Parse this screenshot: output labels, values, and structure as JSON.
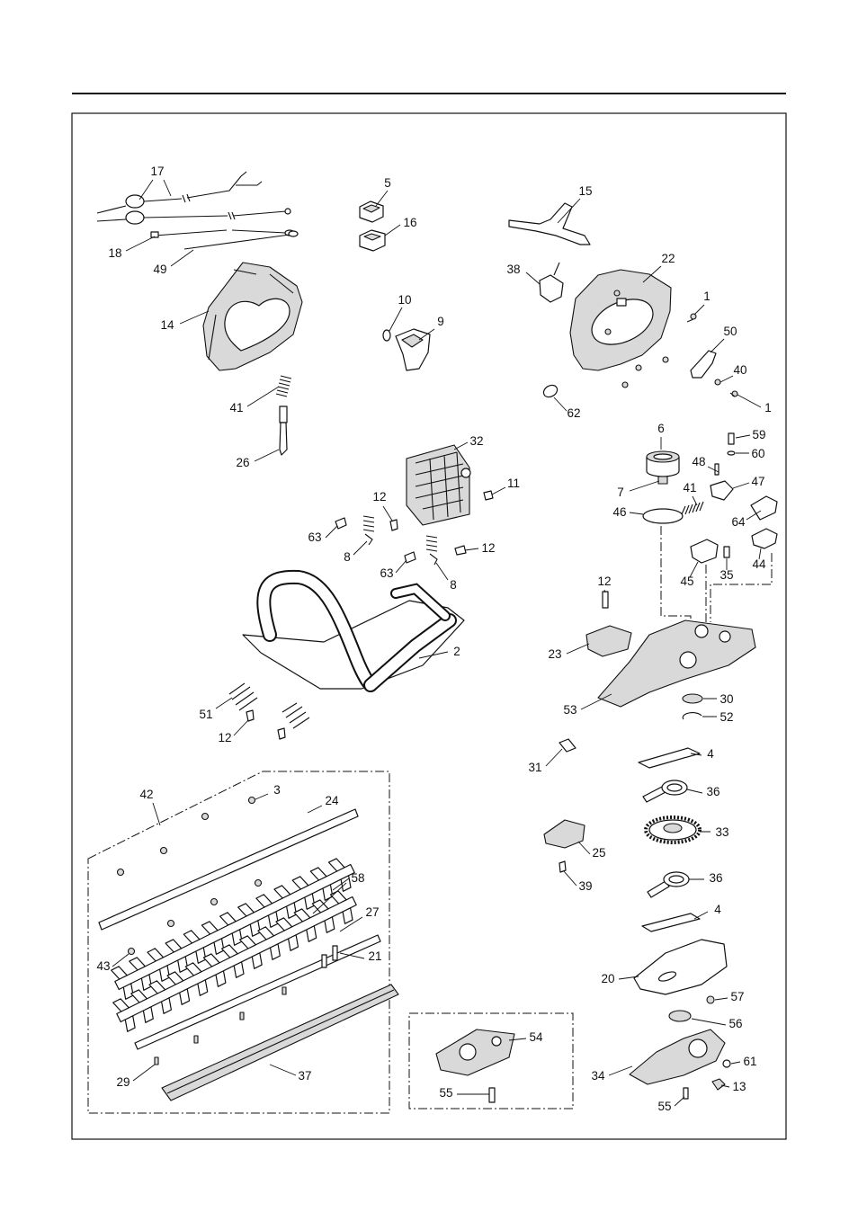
{
  "callouts": [
    "17",
    "18",
    "49",
    "14",
    "5",
    "16",
    "10",
    "9",
    "15",
    "38",
    "22",
    "1",
    "50",
    "40",
    "1",
    "62",
    "41",
    "26",
    "32",
    "11",
    "12",
    "63",
    "8",
    "12",
    "63",
    "8",
    "6",
    "59",
    "60",
    "48",
    "47",
    "7",
    "41",
    "46",
    "64",
    "44",
    "35",
    "45",
    "12",
    "2",
    "23",
    "53",
    "30",
    "52",
    "51",
    "12",
    "31",
    "4",
    "36",
    "33",
    "25",
    "39",
    "36",
    "4",
    "42",
    "3",
    "24",
    "58",
    "27",
    "21",
    "43",
    "29",
    "37",
    "54",
    "55",
    "20",
    "57",
    "56",
    "34",
    "61",
    "13",
    "55"
  ]
}
